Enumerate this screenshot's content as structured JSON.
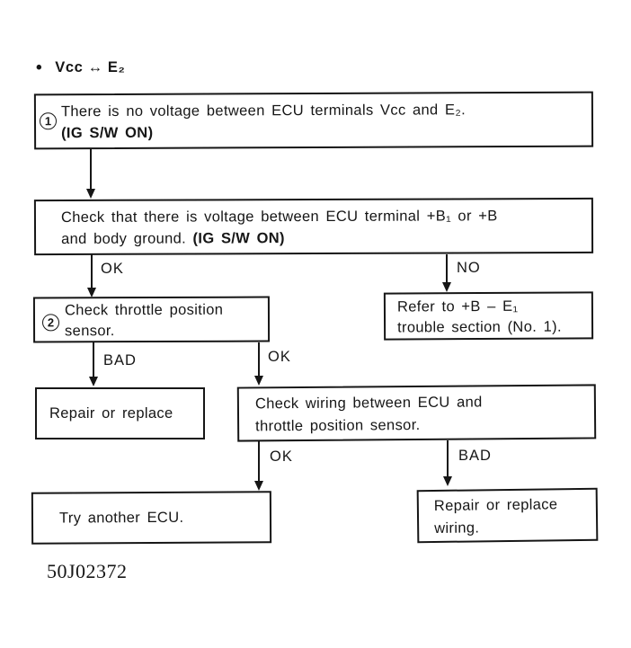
{
  "header": {
    "bullet": "•",
    "title": "Vcc ↔ E₂"
  },
  "boxes": {
    "step1": {
      "number": "1",
      "line1": "There is no voltage between ECU terminals Vcc and E₂.",
      "line2": "(IG S/W ON)"
    },
    "step2": {
      "line1": "Check that there is voltage between ECU terminal +B₁ or +B",
      "line2_text": "and body ground. ",
      "line2_bold": "(IG S/W ON)"
    },
    "step3": {
      "number": "2",
      "line1": "Check throttle position",
      "line2": "sensor."
    },
    "refer": {
      "line1": "Refer to +B – E₁",
      "line2": "trouble section (No. 1)."
    },
    "repair": {
      "line1": "Repair or replace"
    },
    "check_wiring": {
      "line1": "Check wiring between ECU and",
      "line2": "throttle position sensor."
    },
    "try_ecu": {
      "line1": "Try another ECU."
    },
    "repair_wiring": {
      "line1": "Repair or replace",
      "line2": "wiring."
    }
  },
  "labels": {
    "ok1": "OK",
    "no1": "NO",
    "bad1": "BAD",
    "ok2": "OK",
    "ok3": "OK",
    "bad2": "BAD"
  },
  "footer": {
    "figure_code": "50J02372"
  },
  "colors": {
    "ink": "#161616",
    "paper": "#ffffff"
  }
}
